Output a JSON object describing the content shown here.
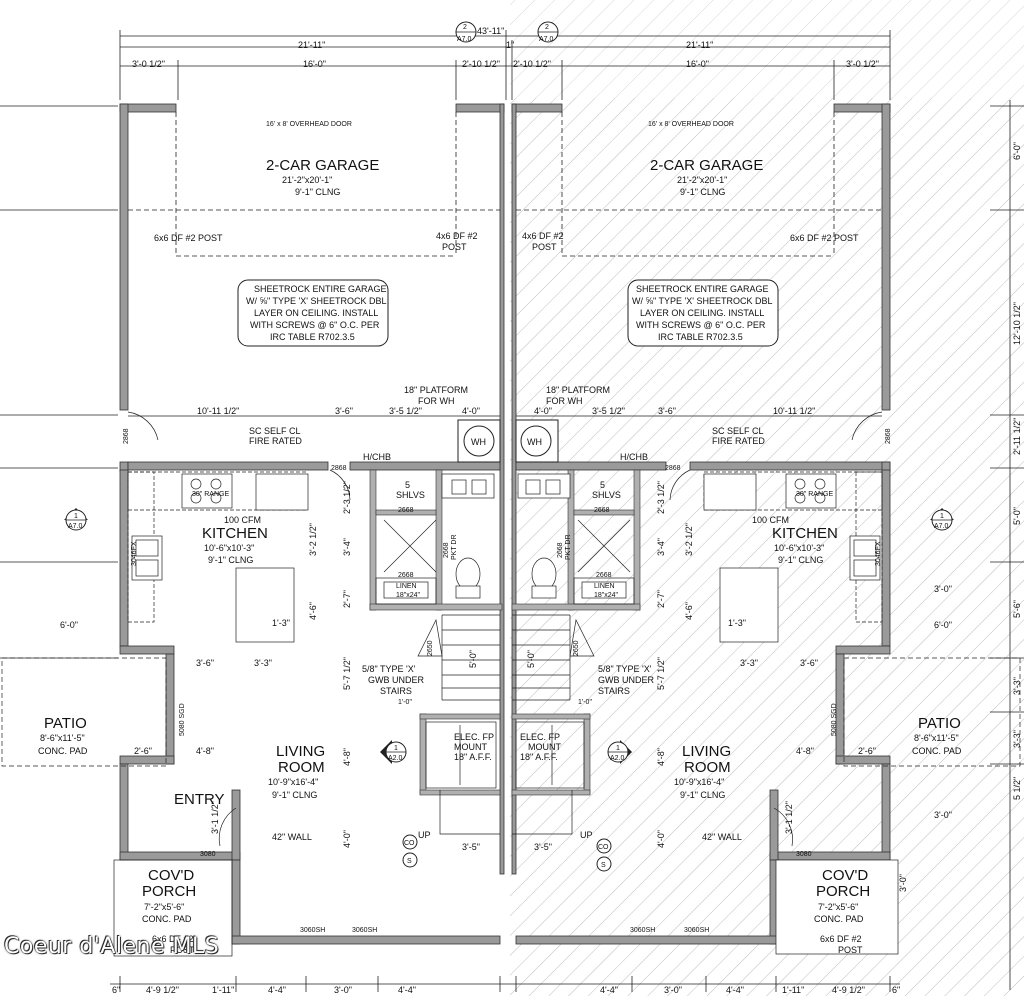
{
  "title": {
    "overall_dim": "43'-11\"",
    "section_left": "2",
    "section_left_sheet": "A7.0",
    "section_right": "2",
    "section_right_sheet": "A7.0"
  },
  "top_dims": {
    "left_total": "21'-11\"",
    "right_total": "21'-11\"",
    "party": "1\"",
    "l1": "3'-0 1/2\"",
    "l2": "16'-0\"",
    "l3": "2'-10 1/2\"",
    "r1": "2'-10 1/2\"",
    "r2": "16'-0\"",
    "r3": "3'-0 1/2\""
  },
  "right_dims": [
    "6'-0\"",
    "12'-10 1/2\"",
    "2'-11 1/2\"",
    "5'-0\"",
    "5'-6\"",
    "3'-3\"",
    "3'-3\"",
    "5 1/2\""
  ],
  "garage": {
    "door": "16' x 8' OVERHEAD DOOR",
    "name": "2-CAR GARAGE",
    "size": "21'-2\"x20'-1\"",
    "ceiling": "9'-1\" CLNG",
    "post_outer": "6x6 DF #2 POST",
    "post_inner_1": "4x6 DF #2",
    "post_inner_2": "POST",
    "note_lines": [
      "SHEETROCK ENTIRE GARAGE",
      "W/ ⅝\" TYPE 'X' SHEETROCK DBL",
      "LAYER ON CEILING. INSTALL",
      "WITH SCREWS @ 6\" O.C. PER",
      "IRC TABLE R702.3.5"
    ],
    "platform_1": "18\" PLATFORM",
    "platform_2": "FOR WH",
    "wh": "WH"
  },
  "mid_dims": {
    "a": "10'-11 1/2\"",
    "b": "3'-6\"",
    "c": "3'-5 1/2\"",
    "d": "4'-0\"",
    "door_2868": "2868"
  },
  "fire_door": {
    "line1": "SC SELF CL",
    "line2": "FIRE RATED"
  },
  "hchb": "H/CHB",
  "kitchen": {
    "name": "KITCHEN",
    "size": "10'-6\"x10'-3\"",
    "ceiling": "9'-1\" CLNG",
    "fan": "100 CFM",
    "range": "30\" RANGE",
    "window": "3046FX",
    "d1": "3'-2 1/2\"",
    "d2": "4'-6\"",
    "d3": "1'-3\"",
    "d4": "3'-6\"",
    "d5": "3'-3\""
  },
  "stair_core": {
    "shelves_1": "5",
    "shelves_2": "SHLVS",
    "door_2668": "2668",
    "pocket_1": "2668",
    "pocket_2": "PKT DR",
    "linen_1": "LINEN",
    "linen_2": "18\"x24\"",
    "dim_2_3": "2'-3 1/2\"",
    "dim_3_4": "3'-4\"",
    "dim_2_7": "2'-7\"",
    "dim_5_7": "5'-7 1/2\"",
    "dim_4_8": "4'-8\"",
    "dim_4_0": "4'-0\"",
    "door_2650": "2650",
    "dim_5_0": "5'-0\"",
    "gwb_1": "5/8\" TYPE 'X'",
    "gwb_2": "GWB UNDER",
    "gwb_3": "STAIRS",
    "dim_1_0": "1'-0\"",
    "fp_1": "ELEC. FP",
    "fp_2": "MOUNT",
    "fp_3": "18\" A.F.F.",
    "up": "UP",
    "dim_3_5": "3'-5\"",
    "co": "CO",
    "smoke": "S"
  },
  "living": {
    "name_1": "LIVING",
    "name_2": "ROOM",
    "size": "10'-9\"x16'-4\"",
    "ceiling": "9'-1\" CLNG",
    "slider": "5080 SGD",
    "wall": "42\" WALL",
    "window": "3060SH"
  },
  "patio": {
    "name": "PATIO",
    "size": "8'-6\"x11'-5\"",
    "pad": "CONC. PAD",
    "d1": "6'-0\"",
    "d2": "2'-6\"",
    "d3": "4'-8\"",
    "d4": "3'-0\""
  },
  "entry": {
    "name": "ENTRY",
    "door": "3080",
    "d1": "3'-1 1/2\""
  },
  "porch": {
    "name_1": "COV'D",
    "name_2": "PORCH",
    "size": "7'-2\"x5'-6\"",
    "pad": "CONC. PAD",
    "post_1": "6x6 DF #2",
    "post_2": "POST",
    "d1": "3'-0\""
  },
  "section_marks": {
    "s1": "1",
    "s1_sheet": "A7.0",
    "s2": "1",
    "s2_sheet": "A2.0"
  },
  "bottom_dims": {
    "left": [
      "4'-9 1/2\"",
      "1'-11\"",
      "4'-4\"",
      "3'-0\"",
      "4'-4\""
    ],
    "right": [
      "4'-4\"",
      "3'-0\"",
      "4'-4\"",
      "1'-11\"",
      "4'-9 1/2\""
    ],
    "edge": "6\""
  },
  "watermark": "Coeur d'Alene MLS"
}
